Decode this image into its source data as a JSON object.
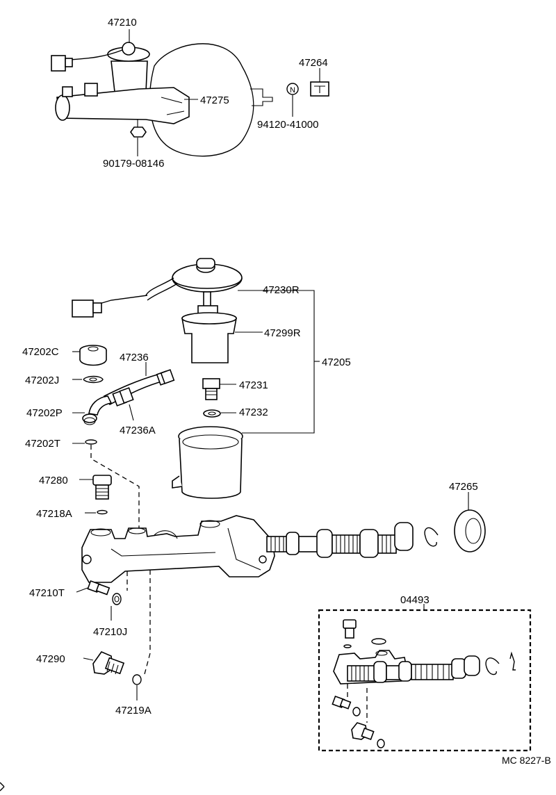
{
  "labels": {
    "p47210": "47210",
    "p47275": "47275",
    "p47264": "47264",
    "p94120": "94120-41000",
    "p90179": "90179-08146",
    "p47230R": "47230R",
    "p47299R": "47299R",
    "p47205": "47205",
    "p47231": "47231",
    "p47232": "47232",
    "p47202C": "47202C",
    "p47202J": "47202J",
    "p47202P": "47202P",
    "p47202T": "47202T",
    "p47236": "47236",
    "p47236A": "47236A",
    "p47280": "47280",
    "p47218A": "47218A",
    "p47210T": "47210T",
    "p47210J": "47210J",
    "p47290": "47290",
    "p47219A": "47219A",
    "p47265": "47265",
    "p04493": "04493",
    "nut_symbol": "N"
  },
  "diagram_code": "MC 8227-B"
}
